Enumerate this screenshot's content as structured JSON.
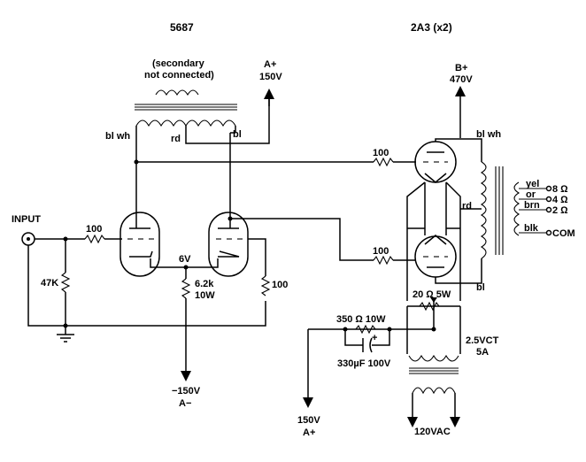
{
  "tubes": {
    "driver": "5687",
    "output": "2A3 (x2)"
  },
  "interstage": {
    "note_line1": "(secondary",
    "note_line2": "not connected)",
    "bl_wh": "bl wh",
    "rd": "rd",
    "bl": "bl"
  },
  "supplies": {
    "a_plus_label": "A+",
    "a_plus_volt": "150V",
    "b_plus_label": "B+",
    "b_plus_volt": "470V",
    "neg_volt": "−150V",
    "neg_label": "A−",
    "bottom_volt": "150V",
    "bottom_label": "A+"
  },
  "input": {
    "label": "INPUT",
    "series_r": "100",
    "shunt_r": "47K"
  },
  "driver_stage": {
    "cathode_v": "6V",
    "tail_r": "6.2k",
    "tail_w": "10W",
    "grid_r": "100"
  },
  "output_stage": {
    "upper_grid_r": "100",
    "lower_grid_r": "100",
    "opt_bl_wh": "bl wh",
    "opt_rd": "rd",
    "opt_bl": "bl",
    "hum_pot": "20 Ω  5W",
    "bias_r": "350 Ω  10W",
    "bias_cap": "330µF  100V",
    "fil_tx_v": "2.5VCT",
    "fil_tx_a": "5A",
    "mains": "120VAC"
  },
  "speaker_taps": {
    "yel": "yel",
    "or": "or",
    "brn": "brn",
    "blk": "blk",
    "tap8": "8 Ω",
    "tap4": "4 Ω",
    "tap2": "2 Ω",
    "com": "COM"
  }
}
